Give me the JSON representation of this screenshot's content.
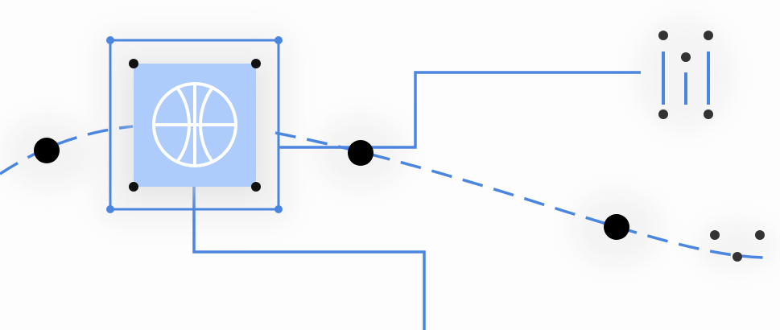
{
  "colors": {
    "background": "#fdfdfd",
    "accent_blue": "#4a86e0",
    "icon_tile": "#adcbfb",
    "icon_stroke": "#ffffff",
    "node_black": "#000000",
    "handle_dark": "#333333",
    "soft_shadow": "#e6e6e6"
  },
  "icons": {
    "center": "basketball-icon"
  },
  "elements": {
    "selection_box": "selection-frame",
    "path_style": "dashed-curve",
    "connectors": "orthogonal-connectors",
    "resize_handle": "pause-bars-handle"
  }
}
